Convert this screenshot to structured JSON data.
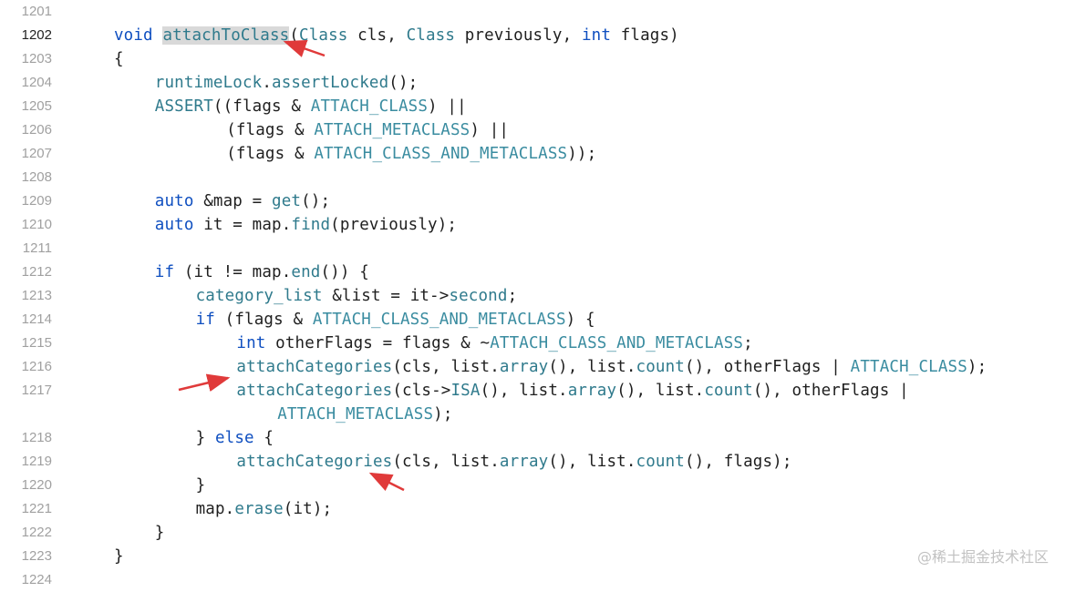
{
  "editor": {
    "current_line": 1202,
    "highlight_color": "#d9d9d9",
    "arrow_color": "#e03a3a",
    "lines": [
      {
        "number": "1201",
        "indent": 0,
        "tokens": []
      },
      {
        "number": "1202",
        "indent": 0,
        "tokens": [
          {
            "t": "void",
            "c": "kw"
          },
          {
            "t": " "
          },
          {
            "t": "attachToClass",
            "c": "hl"
          },
          {
            "t": "("
          },
          {
            "t": "Class",
            "c": "cls"
          },
          {
            "t": " cls, "
          },
          {
            "t": "Class",
            "c": "cls"
          },
          {
            "t": " previously, "
          },
          {
            "t": "int",
            "c": "kw"
          },
          {
            "t": " flags)"
          }
        ]
      },
      {
        "number": "1203",
        "indent": 0,
        "tokens": [
          {
            "t": "{"
          }
        ]
      },
      {
        "number": "1204",
        "indent": 4,
        "tokens": [
          {
            "t": "runtimeLock",
            "c": "member"
          },
          {
            "t": "."
          },
          {
            "t": "assertLocked",
            "c": "fn"
          },
          {
            "t": "();"
          }
        ]
      },
      {
        "number": "1205",
        "indent": 4,
        "tokens": [
          {
            "t": "ASSERT",
            "c": "fn"
          },
          {
            "t": "((flags & "
          },
          {
            "t": "ATTACH_CLASS",
            "c": "const"
          },
          {
            "t": ") ||"
          }
        ]
      },
      {
        "number": "1206",
        "indent": 11,
        "tokens": [
          {
            "t": "(flags & "
          },
          {
            "t": "ATTACH_METACLASS",
            "c": "const"
          },
          {
            "t": ") ||"
          }
        ]
      },
      {
        "number": "1207",
        "indent": 11,
        "tokens": [
          {
            "t": "(flags & "
          },
          {
            "t": "ATTACH_CLASS_AND_METACLASS",
            "c": "const"
          },
          {
            "t": "));"
          }
        ]
      },
      {
        "number": "1208",
        "indent": 0,
        "tokens": []
      },
      {
        "number": "1209",
        "indent": 4,
        "tokens": [
          {
            "t": "auto",
            "c": "kw"
          },
          {
            "t": " &map = "
          },
          {
            "t": "get",
            "c": "fn"
          },
          {
            "t": "();"
          }
        ]
      },
      {
        "number": "1210",
        "indent": 4,
        "tokens": [
          {
            "t": "auto",
            "c": "kw"
          },
          {
            "t": " it = map."
          },
          {
            "t": "find",
            "c": "fn"
          },
          {
            "t": "(previously);"
          }
        ]
      },
      {
        "number": "1211",
        "indent": 0,
        "tokens": []
      },
      {
        "number": "1212",
        "indent": 4,
        "tokens": [
          {
            "t": "if",
            "c": "kw"
          },
          {
            "t": " (it != map."
          },
          {
            "t": "end",
            "c": "fn"
          },
          {
            "t": "()) {"
          }
        ]
      },
      {
        "number": "1213",
        "indent": 8,
        "tokens": [
          {
            "t": "category_list",
            "c": "cls"
          },
          {
            "t": " &list = it->"
          },
          {
            "t": "second",
            "c": "member"
          },
          {
            "t": ";"
          }
        ]
      },
      {
        "number": "1214",
        "indent": 8,
        "tokens": [
          {
            "t": "if",
            "c": "kw"
          },
          {
            "t": " (flags & "
          },
          {
            "t": "ATTACH_CLASS_AND_METACLASS",
            "c": "const"
          },
          {
            "t": ") {"
          }
        ]
      },
      {
        "number": "1215",
        "indent": 12,
        "tokens": [
          {
            "t": "int",
            "c": "kw"
          },
          {
            "t": " otherFlags = flags & ~"
          },
          {
            "t": "ATTACH_CLASS_AND_METACLASS",
            "c": "const"
          },
          {
            "t": ";"
          }
        ]
      },
      {
        "number": "1216",
        "indent": 12,
        "tokens": [
          {
            "t": "attachCategories",
            "c": "fn"
          },
          {
            "t": "(cls, list."
          },
          {
            "t": "array",
            "c": "fn"
          },
          {
            "t": "(), list."
          },
          {
            "t": "count",
            "c": "fn"
          },
          {
            "t": "(), otherFlags | "
          },
          {
            "t": "ATTACH_CLASS",
            "c": "const"
          },
          {
            "t": ");"
          }
        ]
      },
      {
        "number": "1217",
        "indent": 12,
        "tokens": [
          {
            "t": "attachCategories",
            "c": "fn"
          },
          {
            "t": "(cls->"
          },
          {
            "t": "ISA",
            "c": "fn"
          },
          {
            "t": "(), list."
          },
          {
            "t": "array",
            "c": "fn"
          },
          {
            "t": "(), list."
          },
          {
            "t": "count",
            "c": "fn"
          },
          {
            "t": "(), otherFlags |"
          }
        ]
      },
      {
        "number": "",
        "indent": 16,
        "tokens": [
          {
            "t": "ATTACH_METACLASS",
            "c": "const"
          },
          {
            "t": ");"
          }
        ]
      },
      {
        "number": "1218",
        "indent": 8,
        "tokens": [
          {
            "t": "} "
          },
          {
            "t": "else",
            "c": "kw"
          },
          {
            "t": " {"
          }
        ]
      },
      {
        "number": "1219",
        "indent": 12,
        "tokens": [
          {
            "t": "attachCategories",
            "c": "fn"
          },
          {
            "t": "(cls, list."
          },
          {
            "t": "array",
            "c": "fn"
          },
          {
            "t": "(), list."
          },
          {
            "t": "count",
            "c": "fn"
          },
          {
            "t": "(), flags);"
          }
        ]
      },
      {
        "number": "1220",
        "indent": 8,
        "tokens": [
          {
            "t": "}"
          }
        ]
      },
      {
        "number": "1221",
        "indent": 8,
        "tokens": [
          {
            "t": "map."
          },
          {
            "t": "erase",
            "c": "fn"
          },
          {
            "t": "(it);"
          }
        ]
      },
      {
        "number": "1222",
        "indent": 4,
        "tokens": [
          {
            "t": "}"
          }
        ]
      },
      {
        "number": "1223",
        "indent": 0,
        "tokens": [
          {
            "t": "}"
          }
        ]
      },
      {
        "number": "1224",
        "indent": 0,
        "tokens": []
      }
    ]
  },
  "watermark": "@稀土掘金技术社区"
}
